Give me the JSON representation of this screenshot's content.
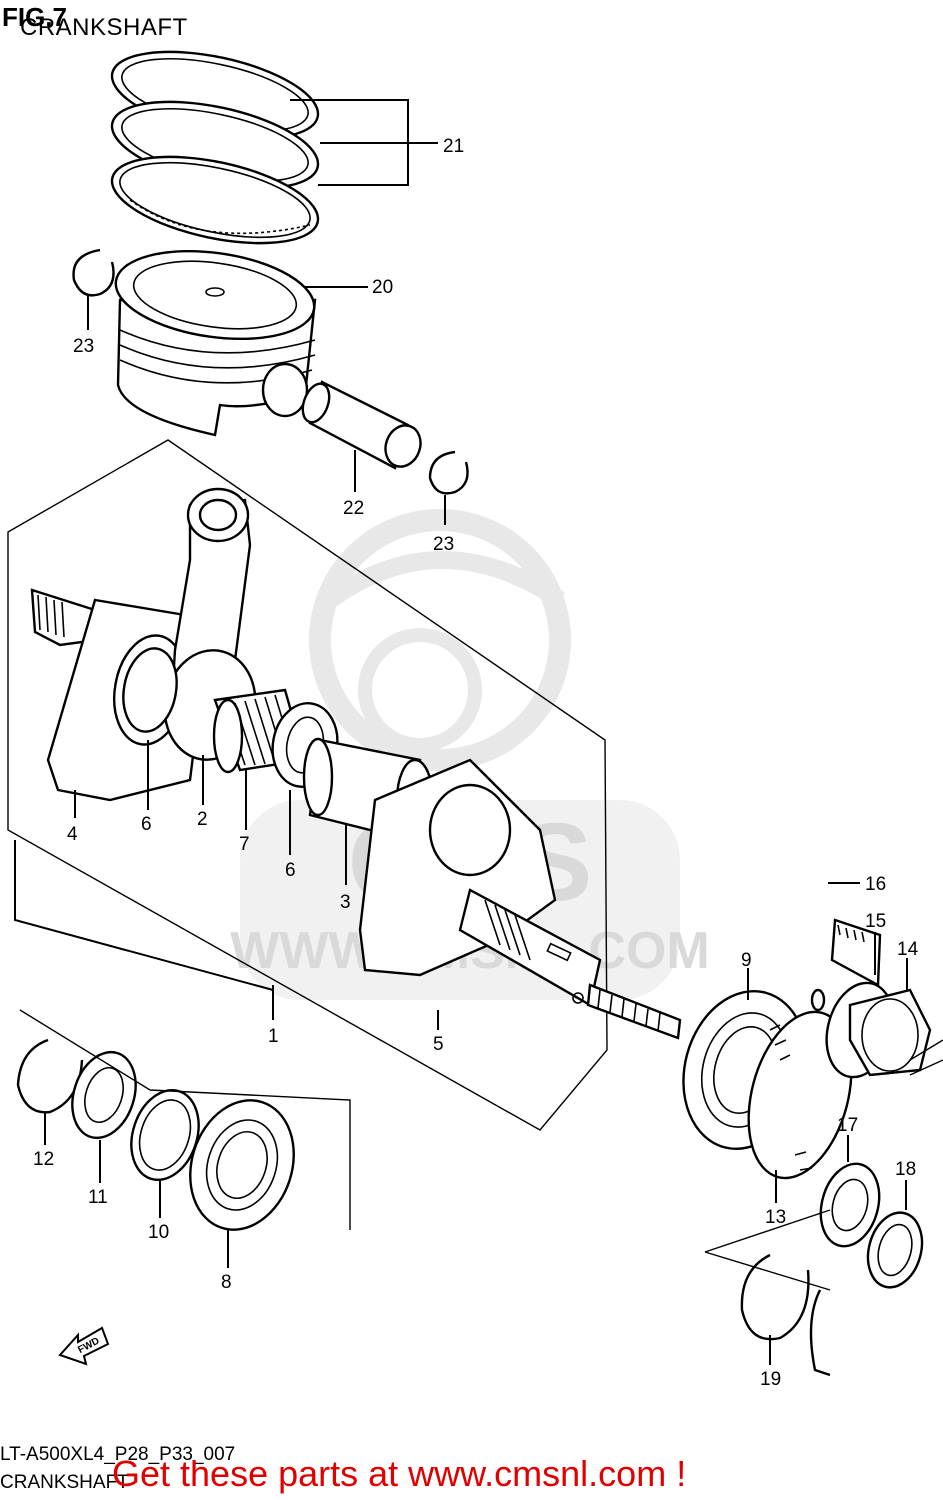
{
  "figure": {
    "title": "FIG.7",
    "subtitle": "CRANKSHAFT",
    "model_code": "LT-A500XL4_P28_P33_007",
    "model_subtitle": "CRANKSHAFT",
    "cta": "Get these parts at www.cmsnl.com !"
  },
  "watermark": {
    "brand": "CMS",
    "url": "WWW.CMSNL.COM"
  },
  "fwd_marker": {
    "label": "FWD",
    "icon": "fwd-arrow-icon"
  },
  "callouts": [
    {
      "id": "21",
      "label": "21"
    },
    {
      "id": "20",
      "label": "20"
    },
    {
      "id": "23a",
      "label": "23"
    },
    {
      "id": "22",
      "label": "22"
    },
    {
      "id": "23b",
      "label": "23"
    },
    {
      "id": "4",
      "label": "4"
    },
    {
      "id": "6a",
      "label": "6"
    },
    {
      "id": "2",
      "label": "2"
    },
    {
      "id": "7",
      "label": "7"
    },
    {
      "id": "6b",
      "label": "6"
    },
    {
      "id": "3",
      "label": "3"
    },
    {
      "id": "1",
      "label": "1"
    },
    {
      "id": "5",
      "label": "5"
    },
    {
      "id": "16",
      "label": "16"
    },
    {
      "id": "15",
      "label": "15"
    },
    {
      "id": "14",
      "label": "14"
    },
    {
      "id": "9",
      "label": "9"
    },
    {
      "id": "12",
      "label": "12"
    },
    {
      "id": "11",
      "label": "11"
    },
    {
      "id": "10",
      "label": "10"
    },
    {
      "id": "8",
      "label": "8"
    },
    {
      "id": "17",
      "label": "17"
    },
    {
      "id": "18",
      "label": "18"
    },
    {
      "id": "13",
      "label": "13"
    },
    {
      "id": "19",
      "label": "19"
    }
  ]
}
